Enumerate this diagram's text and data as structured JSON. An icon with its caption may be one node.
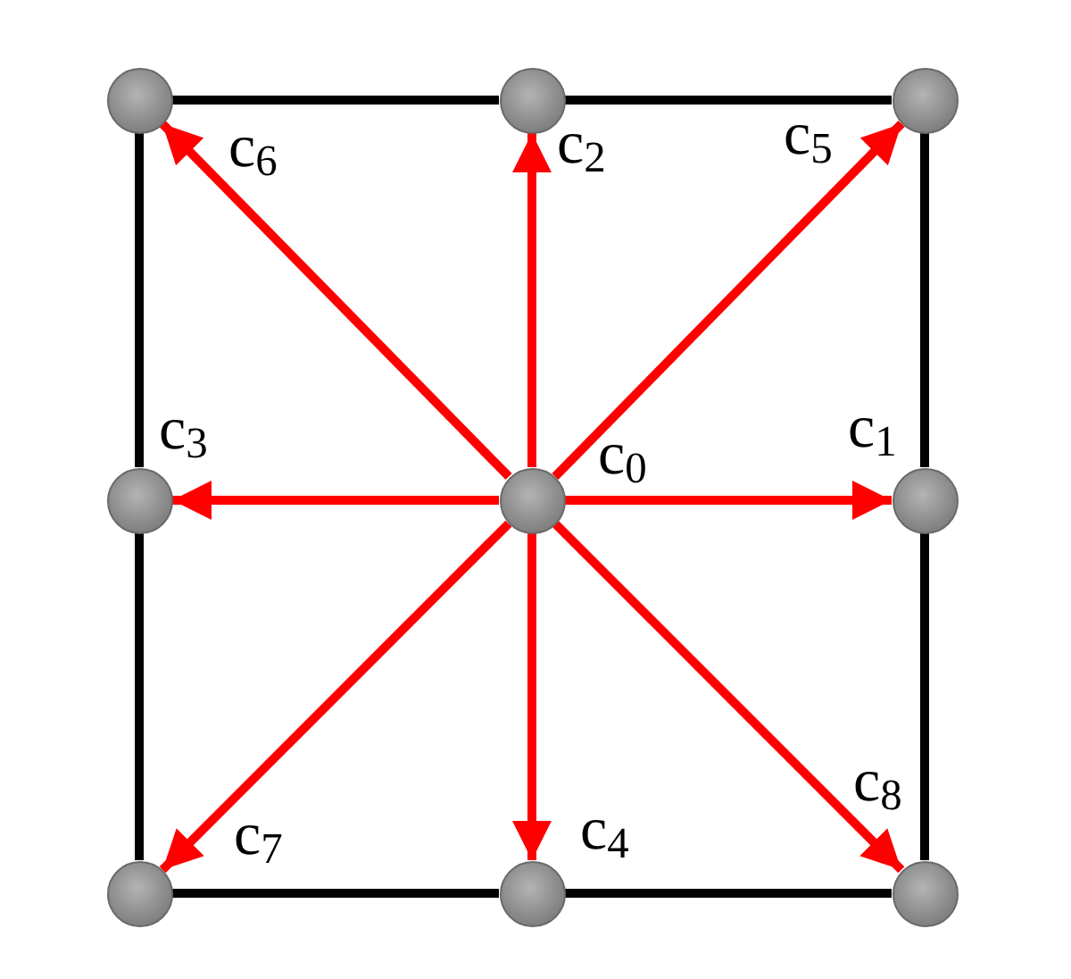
{
  "diagram": {
    "nodes": [
      {
        "text": [],
        "shape": "circle",
        "beside": [
          "c$_{6}$"
        ]
      },
      {
        "text": [],
        "shape": "circle",
        "beside": [
          "c$_{2}$"
        ]
      },
      {
        "text": [],
        "shape": "circle",
        "beside": [
          "c$_{5}$"
        ]
      },
      {
        "text": [],
        "shape": "circle",
        "beside": [
          "c$_{3}$"
        ]
      },
      {
        "text": [],
        "shape": "circle",
        "beside": [
          "c$_{0}$"
        ]
      },
      {
        "text": [],
        "shape": "circle",
        "beside": [
          "c$_{1}$"
        ]
      },
      {
        "text": [],
        "shape": "circle",
        "beside": [
          "c$_{7}$"
        ]
      },
      {
        "text": [],
        "shape": "circle",
        "beside": [
          "c$_{4}$"
        ]
      },
      {
        "text": [],
        "shape": "circle",
        "beside": [
          "c$_{8}$"
        ]
      }
    ],
    "edges": [
      {
        "from": 0,
        "to": 1,
        "arrow": "none"
      },
      {
        "from": 1,
        "to": 2,
        "arrow": "none"
      },
      {
        "from": 2,
        "to": 5,
        "arrow": "none"
      },
      {
        "from": 5,
        "to": 8,
        "arrow": "none"
      },
      {
        "from": 8,
        "to": 7,
        "arrow": "none"
      },
      {
        "from": 7,
        "to": 6,
        "arrow": "none"
      },
      {
        "from": 6,
        "to": 3,
        "arrow": "none"
      },
      {
        "from": 3,
        "to": 0,
        "arrow": "none"
      },
      {
        "from": 4,
        "to": 5,
        "arrow": "to",
        "color": "#ff0000"
      },
      {
        "from": 4,
        "to": 1,
        "arrow": "to",
        "color": "#ff0000"
      },
      {
        "from": 4,
        "to": 3,
        "arrow": "to",
        "color": "#ff0000"
      },
      {
        "from": 4,
        "to": 7,
        "arrow": "to",
        "color": "#ff0000"
      },
      {
        "from": 4,
        "to": 2,
        "arrow": "to",
        "color": "#ff0000"
      },
      {
        "from": 4,
        "to": 0,
        "arrow": "to",
        "color": "#ff0000"
      },
      {
        "from": 4,
        "to": 6,
        "arrow": "to",
        "color": "#ff0000"
      },
      {
        "from": 4,
        "to": 8,
        "arrow": "to",
        "color": "#ff0000"
      }
    ]
  }
}
